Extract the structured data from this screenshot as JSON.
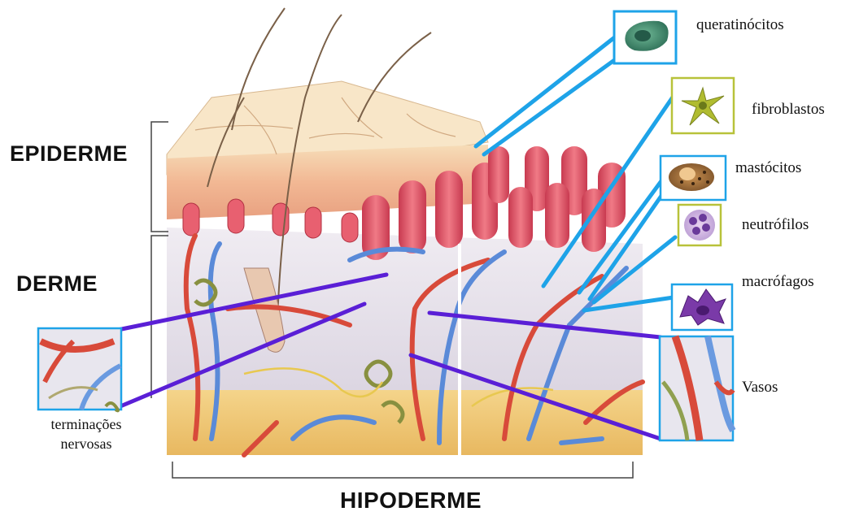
{
  "layers": {
    "epiderme": "EPIDERME",
    "derme": "DERME",
    "hipoderme": "HIPODERME"
  },
  "cells": {
    "queratinocitos": "queratinócitos",
    "fibroblastos": "fibroblastos",
    "mastocitos": "mastócitos",
    "neutrofilos": "neutrófilos",
    "macrofagos": "macrófagos",
    "vasos": "Vasos"
  },
  "nerves": {
    "line1": "terminações",
    "line2": "nervosas"
  },
  "colors": {
    "callout_blue": "#1ea3e8",
    "callout_purple": "#5a1fd6",
    "inset_green": "#b8c23a",
    "skin_epidermis": "#f0b090",
    "dermal_papilla": "#e06070",
    "dermis": "#e8e4ee",
    "hypodermis": "#f2c878",
    "artery": "#d84a3a",
    "vein": "#5a8ad8"
  }
}
